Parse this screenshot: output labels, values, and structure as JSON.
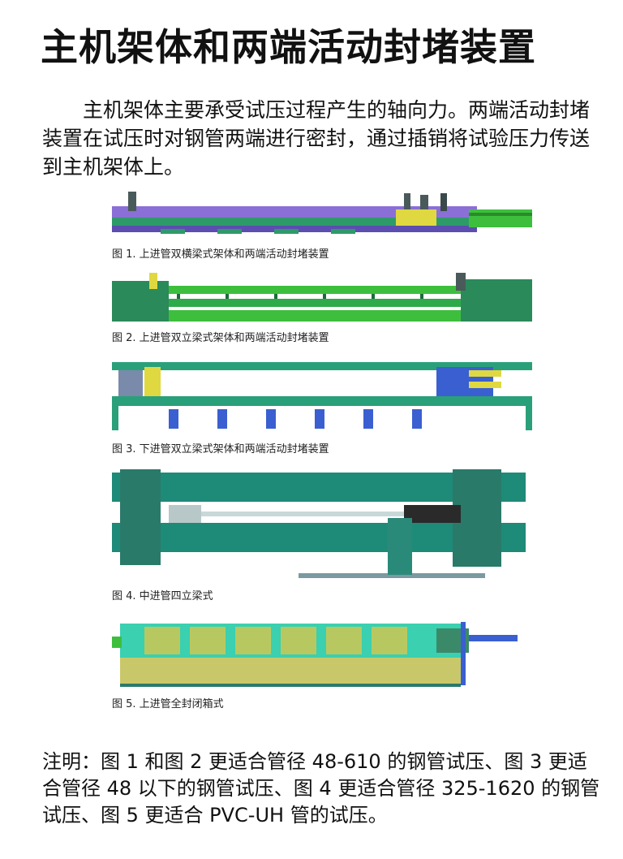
{
  "title": "主机架体和两端活动封堵装置",
  "intro": "主机架体主要承受试压过程产生的轴向力。两端活动封堵装置在试压时对钢管两端进行密封，通过插销将试验压力传送到主机架体上。",
  "figures": [
    {
      "caption": "图 1. 上进管双横梁式架体和两端活动封堵装置"
    },
    {
      "caption": "图 2. 上进管双立梁式架体和两端活动封堵装置"
    },
    {
      "caption": "图 3. 下进管双立梁式架体和两端活动封堵装置"
    },
    {
      "caption": "图 4. 中进管四立梁式"
    },
    {
      "caption": "图 5. 上进管全封闭箱式"
    }
  ],
  "note": "注明：图 1 和图 2 更适合管径 48-610 的钢管试压、图 3 更适合管径 48 以下的钢管试压、图 4 更适合管径 325-1620 的钢管试压、图 5 更适合 PVC-UH 管的试压。",
  "colors": {
    "frame_green": "#2e9a6a",
    "bright_green": "#3dbf3d",
    "purple": "#8a6fd6",
    "teal": "#1e8a78",
    "olive": "#c8c86a",
    "blue": "#3a5fd0"
  }
}
